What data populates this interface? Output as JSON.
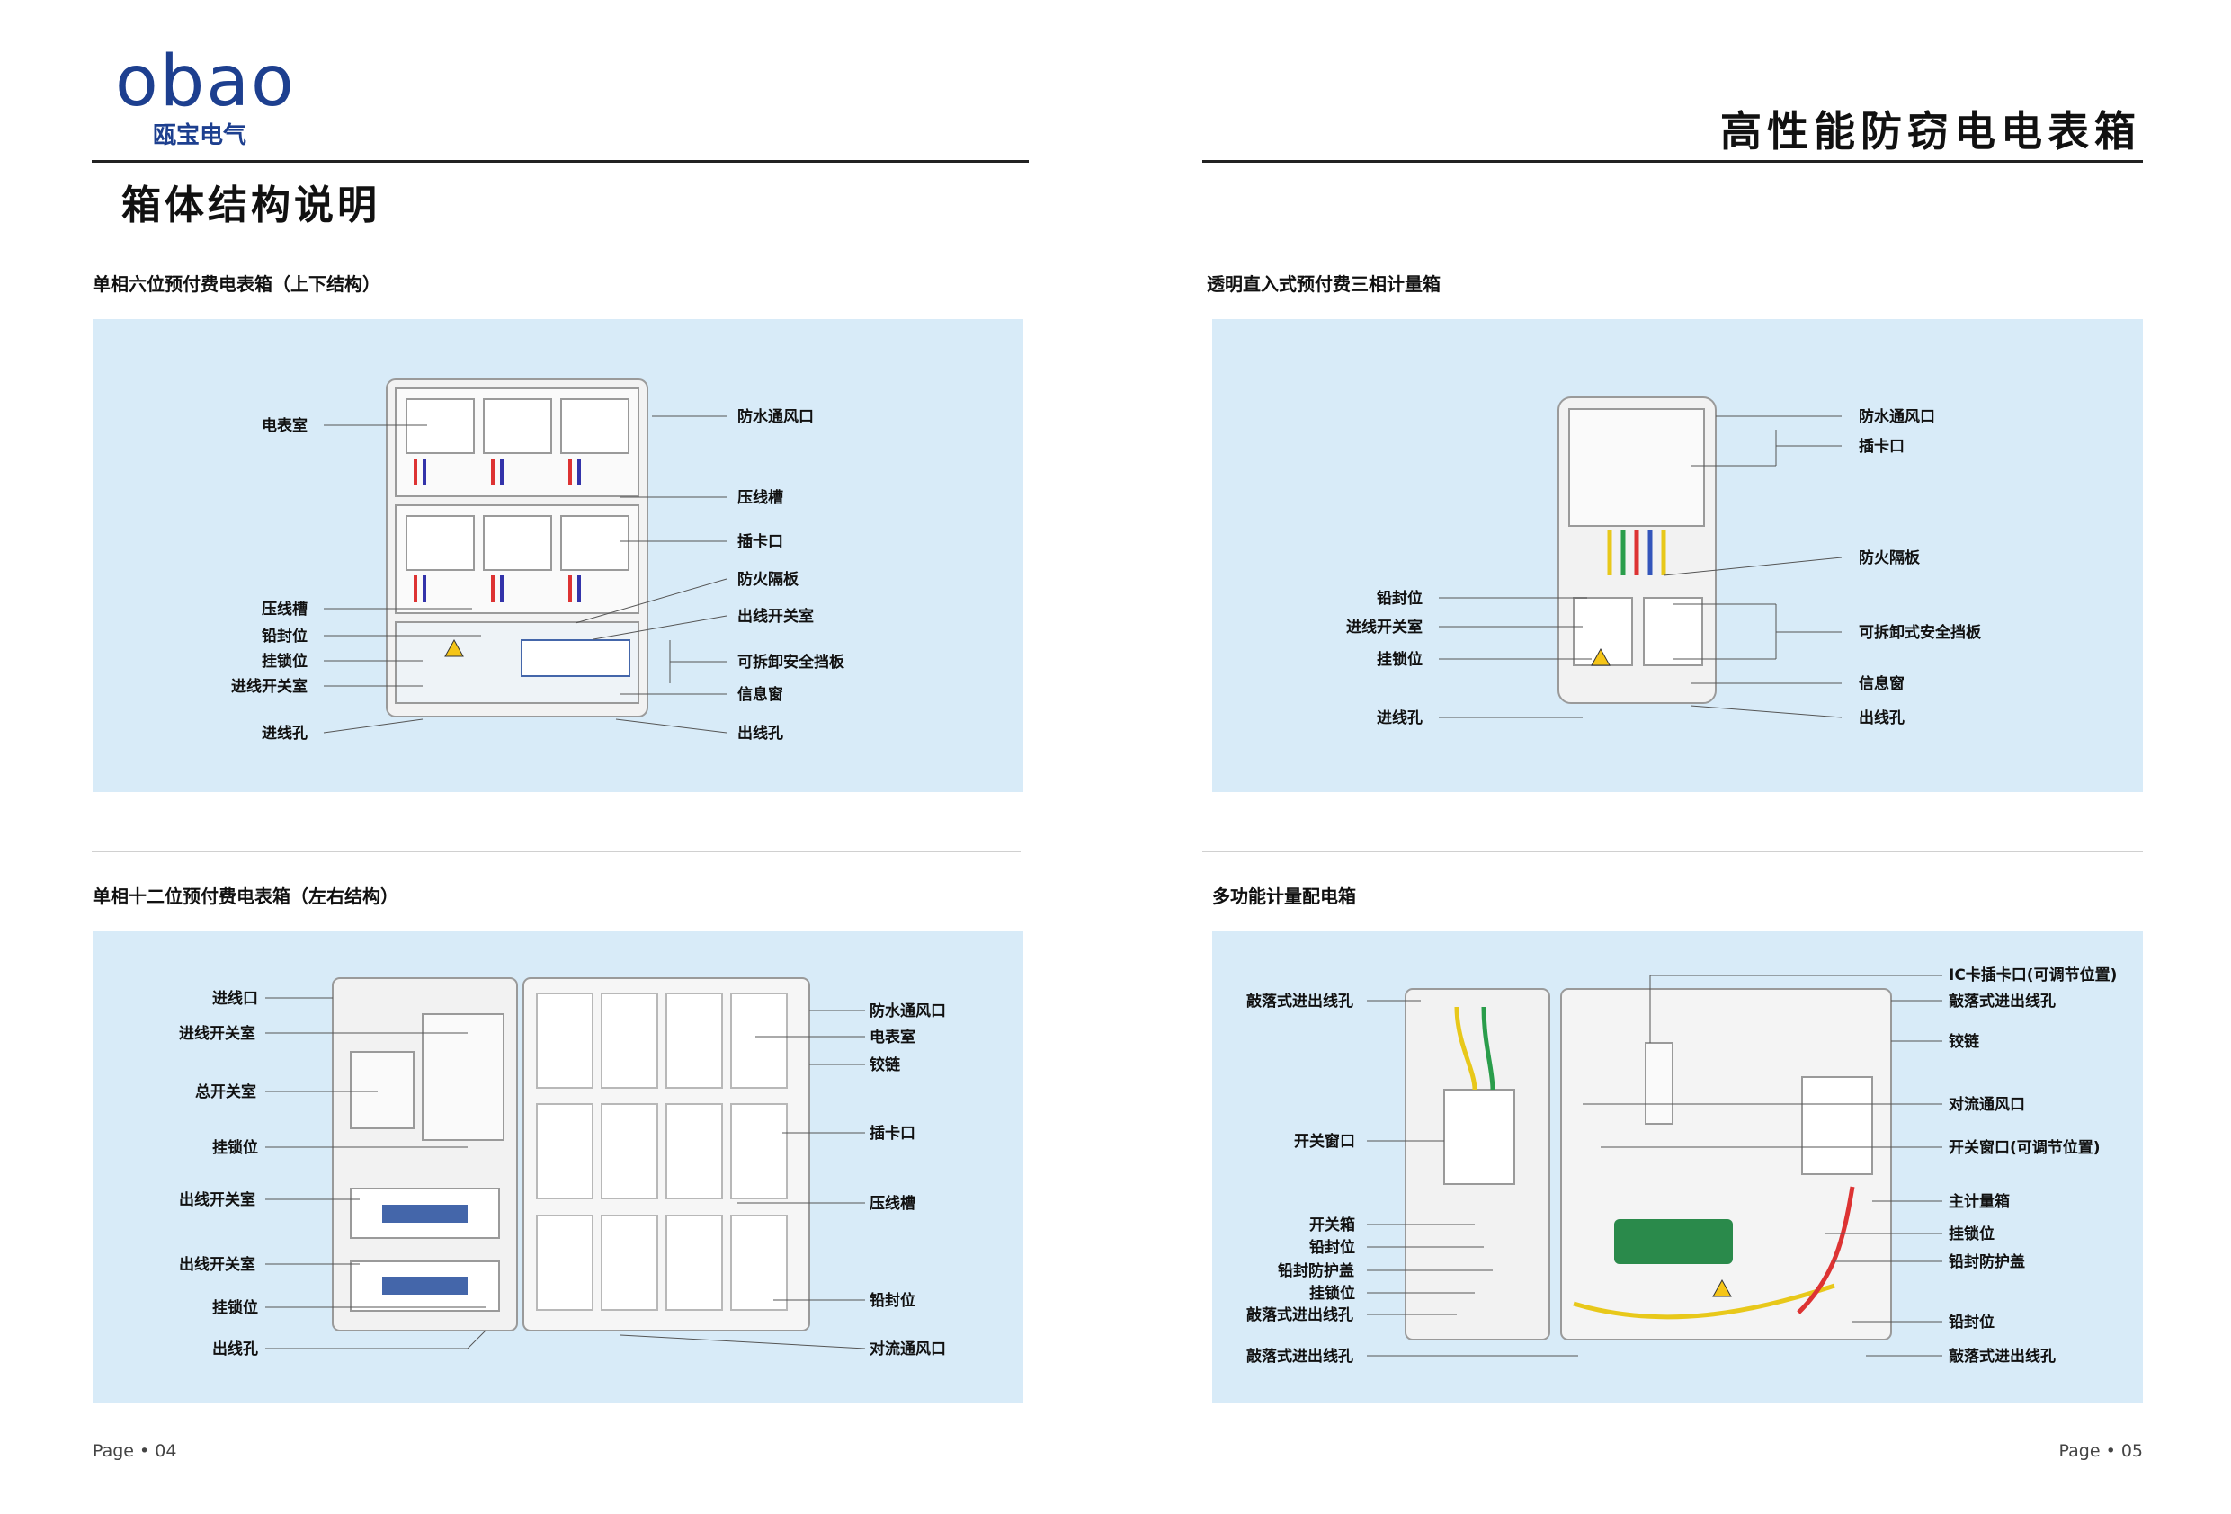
{
  "header": {
    "logo_text": "obao",
    "logo_sub": "瓯宝电气",
    "left_section_title": "箱体结构说明",
    "right_title": "高性能防窃电电表箱"
  },
  "panels": {
    "p1": {
      "title": "单相六位预付费电表箱（上下结构）",
      "left_labels": [
        "电表室",
        "压线槽",
        "铅封位",
        "挂锁位",
        "进线开关室",
        "进线孔"
      ],
      "right_labels": [
        "防水通风口",
        "压线槽",
        "插卡口",
        "防火隔板",
        "出线开关室",
        "可拆卸安全挡板",
        "信息窗",
        "出线孔"
      ]
    },
    "p2": {
      "title": "透明直入式预付费三相计量箱",
      "left_labels": [
        "铅封位",
        "进线开关室",
        "挂锁位",
        "进线孔"
      ],
      "right_labels": [
        "防水通风口",
        "插卡口",
        "防火隔板",
        "可拆卸式安全挡板",
        "信息窗",
        "出线孔"
      ]
    },
    "p3": {
      "title": "单相十二位预付费电表箱（左右结构）",
      "left_labels": [
        "进线口",
        "进线开关室",
        "总开关室",
        "挂锁位",
        "出线开关室",
        "出线开关室",
        "挂锁位",
        "出线孔"
      ],
      "right_labels": [
        "防水通风口",
        "电表室",
        "铰链",
        "插卡口",
        "压线槽",
        "铅封位",
        "对流通风口"
      ]
    },
    "p4": {
      "title": "多功能计量配电箱",
      "left_labels": [
        "敲落式进出线孔",
        "开关窗口",
        "开关箱",
        "铅封位",
        "铅封防护盖",
        "挂锁位",
        "敲落式进出线孔",
        "敲落式进出线孔"
      ],
      "right_labels": [
        "IC卡插卡口(可调节位置)",
        "敲落式进出线孔",
        "铰链",
        "对流通风口",
        "开关窗口(可调节位置)",
        "主计量箱",
        "挂锁位",
        "铅封防护盖",
        "铅封位",
        "敲落式进出线孔"
      ]
    }
  },
  "footer": {
    "left_page": "Page • 04",
    "right_page": "Page • 05"
  },
  "colors": {
    "panel_bg": "#d8ebf8",
    "brand_blue": "#1d3f8f"
  }
}
